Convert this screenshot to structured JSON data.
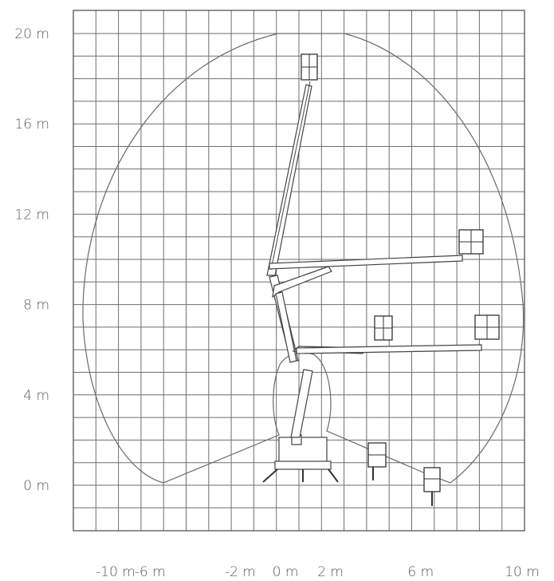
{
  "y_axis": {
    "ticks": [
      {
        "label": "20 m",
        "value": 20
      },
      {
        "label": "16 m",
        "value": 16
      },
      {
        "label": "12 m",
        "value": 12
      },
      {
        "label": "8 m",
        "value": 8
      },
      {
        "label": "4 m",
        "value": 4
      },
      {
        "label": "0 m",
        "value": 0
      }
    ]
  },
  "x_axis": {
    "ticks": [
      {
        "label": "-10 m",
        "value": -10
      },
      {
        "label": "-6 m",
        "value": -6
      },
      {
        "label": "-2 m",
        "value": -2
      },
      {
        "label": "0 m",
        "value": 0
      },
      {
        "label": "2 m",
        "value": 2
      },
      {
        "label": "6 m",
        "value": 6
      },
      {
        "label": "10 m",
        "value": 10
      }
    ]
  },
  "reach": {
    "max_height_m": 20,
    "max_outreach_m": 10,
    "grid_step_m": 1
  },
  "colors": {
    "grid": "#6f6f6f",
    "outline": "#444444",
    "label": "#5a5a5a",
    "background": "#ffffff"
  }
}
